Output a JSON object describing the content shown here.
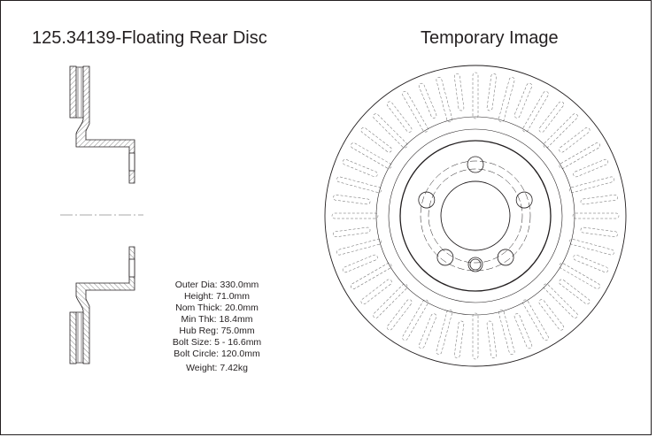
{
  "header": {
    "part_title": "125.34139-Floating Rear Disc",
    "image_title": "Temporary Image"
  },
  "specs": {
    "outer_dia": "Outer Dia: 330.0mm",
    "height": "Height: 71.0mm",
    "nom_thick": "Nom Thick: 20.0mm",
    "min_thk": "Min Thk: 18.4mm",
    "hub_reg": "Hub Reg: 75.0mm",
    "bolt_size": "Bolt Size: 5 - 16.6mm",
    "bolt_circle": "Bolt Circle: 120.0mm",
    "weight": "Weight: 7.42kg"
  },
  "drawing": {
    "line_color": "#231f20",
    "bolt_count": 5,
    "vane_count": 48
  }
}
